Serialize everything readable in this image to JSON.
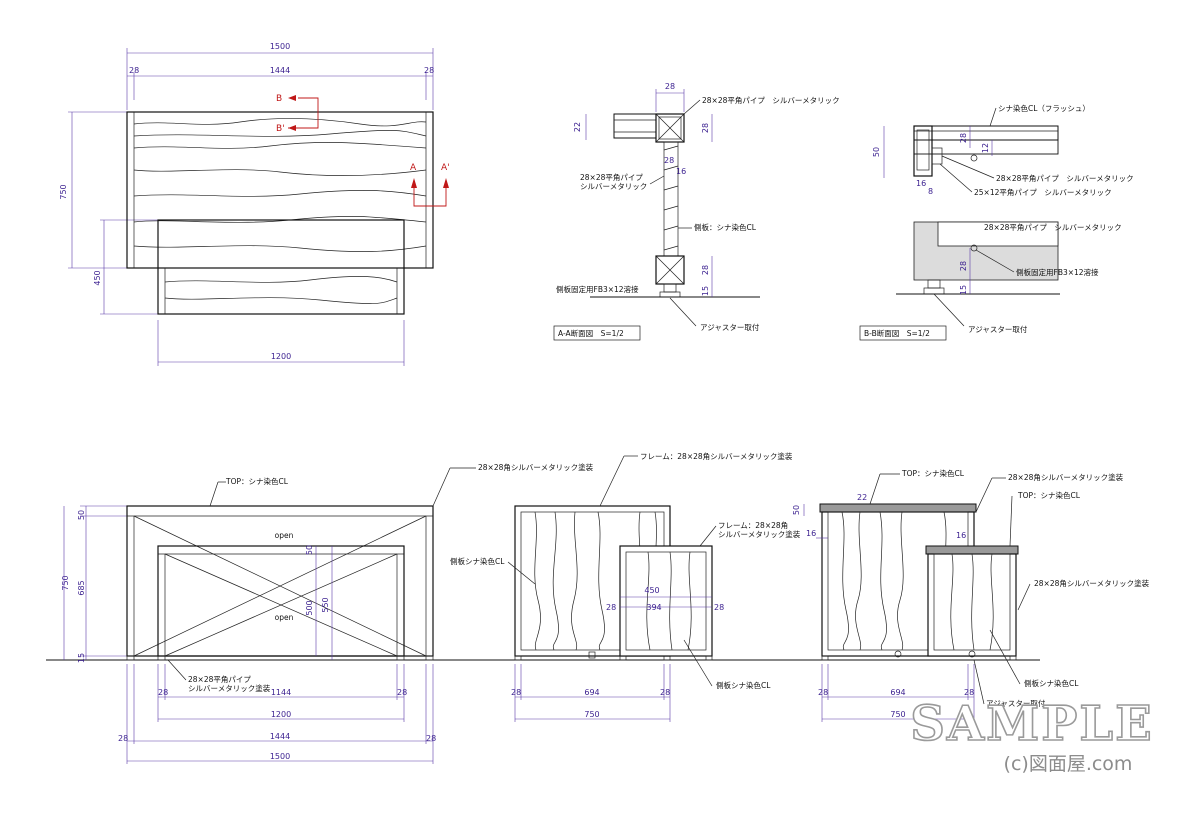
{
  "plan": {
    "dims": {
      "w1500": "1500",
      "w1444": "1444",
      "e28a": "28",
      "e28b": "28",
      "h750": "750",
      "h450": "450",
      "w1200": "1200"
    },
    "section_markers": {
      "b": "B",
      "b_prime": "B'",
      "a": "A",
      "a_prime": "A'"
    }
  },
  "section_aa": {
    "title": "A-A断面図　S=1/2",
    "labels": {
      "pipe_top": "28×28平角パイプ　シルバーメタリック",
      "pipe_left_1": "28×28平角パイプ",
      "pipe_left_2": "シルバーメタリック",
      "side_panel": "側板：シナ染色CL",
      "fixing_fb": "側板固定用FB3×12溶接",
      "adjuster": "アジャスター取付"
    },
    "dims": {
      "d28_top": "28",
      "d22": "22",
      "d28_right": "28",
      "d28_mid": "28",
      "d16": "16",
      "d28_low": "28",
      "d15": "15"
    }
  },
  "section_bb": {
    "title": "B-B断面図　S=1/2",
    "labels": {
      "cl_flush": "シナ染色CL（フラッシュ）",
      "pipe_top": "28×28平角パイプ　シルバーメタリック",
      "pipe_25": "25×12平角パイプ　シルバーメタリック",
      "pipe_mid": "28×28平角パイプ　シルバーメタリック",
      "fixing_fb": "側板固定用FB3×12溶接",
      "adjuster": "アジャスター取付"
    },
    "dims": {
      "d50": "50",
      "d28a": "28",
      "d12": "12",
      "d16": "16",
      "d8": "8",
      "d28b": "28",
      "d15": "15"
    }
  },
  "front": {
    "labels": {
      "top": "TOP：シナ染色CL",
      "pipe_paint": "28×28角シルバーメタリック塗装",
      "open1": "open",
      "open2": "open",
      "pipe_bottom_1": "28×28平角パイプ",
      "pipe_bottom_2": "シルバーメタリック塗装"
    },
    "dims": {
      "d50": "50",
      "d685": "685",
      "d750": "750",
      "d15": "15",
      "d50b": "50",
      "d500": "500",
      "d550": "550",
      "e28a": "28",
      "d1144": "1144",
      "e28b": "28",
      "d1200": "1200",
      "e28c": "28",
      "d1444": "1444",
      "e28d": "28",
      "d1500": "1500"
    }
  },
  "side": {
    "labels": {
      "frame_big": "フレーム：28×28角シルバーメタリック塗装",
      "frame_small_1": "フレーム：28×28角",
      "frame_small_2": "シルバーメタリック塗装",
      "side_panel_1": "側板シナ染色CL",
      "side_panel_2": "側板シナ染色CL"
    },
    "dims": {
      "d450": "450",
      "e28a": "28",
      "d394": "394",
      "e28b": "28",
      "e28c": "28",
      "d694": "694",
      "e28d": "28",
      "d750": "750"
    }
  },
  "section_side": {
    "labels": {
      "top1": "TOP：シナ染色CL",
      "pipe1": "28×28角シルバーメタリック塗装",
      "top2": "TOP：シナ染色CL",
      "pipe2": "28×28角シルバーメタリック塗装",
      "side_panel": "側板シナ染色CL",
      "adjuster": "アジャスター取付"
    },
    "dims": {
      "d50": "50",
      "d22": "22",
      "d16a": "16",
      "d16b": "16",
      "e28a": "28",
      "d694": "694",
      "e28b": "28",
      "d750": "750"
    }
  },
  "watermark": {
    "text": "SAMPLE",
    "copyright": "(c)図面屋.com"
  }
}
